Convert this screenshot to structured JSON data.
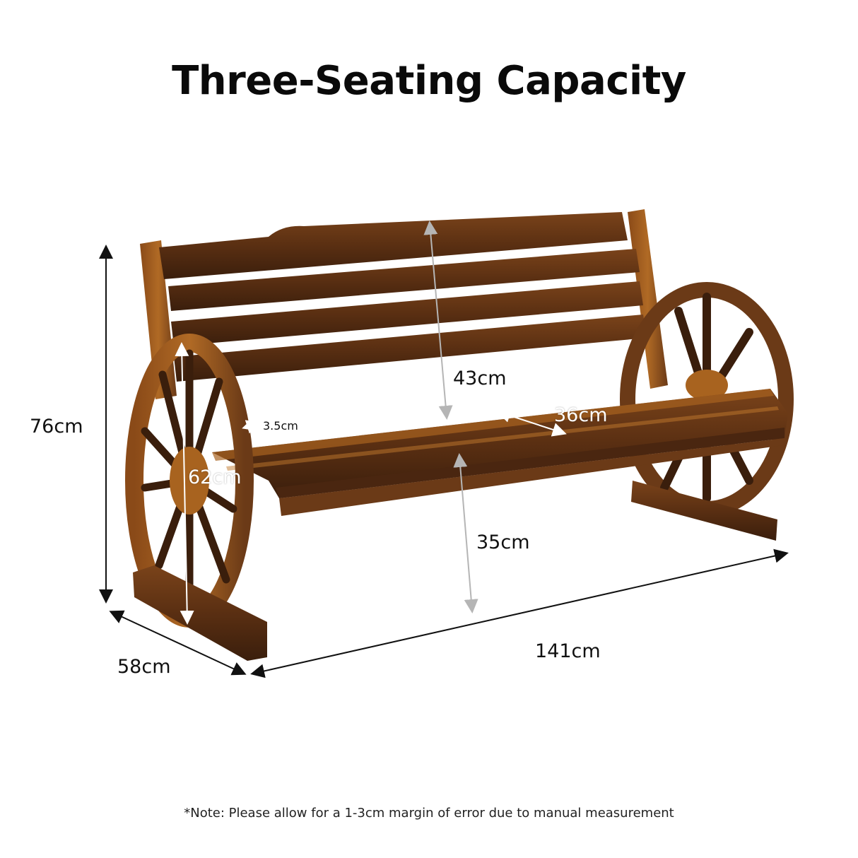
{
  "header": {
    "title": "Three-Seating Capacity"
  },
  "dimensions": {
    "overall_height": "76cm",
    "depth": "58cm",
    "width": "141cm",
    "wheel_diameter": "62cm",
    "wheel_rim_thickness": "3.5cm",
    "backrest_height": "43cm",
    "seat_depth": "36cm",
    "seat_height": "35cm"
  },
  "footer": {
    "note": "*Note: Please allow for a 1-3cm margin of error due to manual measurement"
  },
  "colors": {
    "wood_dark": "#3a1e0c",
    "wood_mid": "#6b3a17",
    "wood_light": "#a8631f",
    "arrow_black": "#111111",
    "arrow_grey": "#b5b5b5",
    "arrow_white": "#ffffff"
  }
}
